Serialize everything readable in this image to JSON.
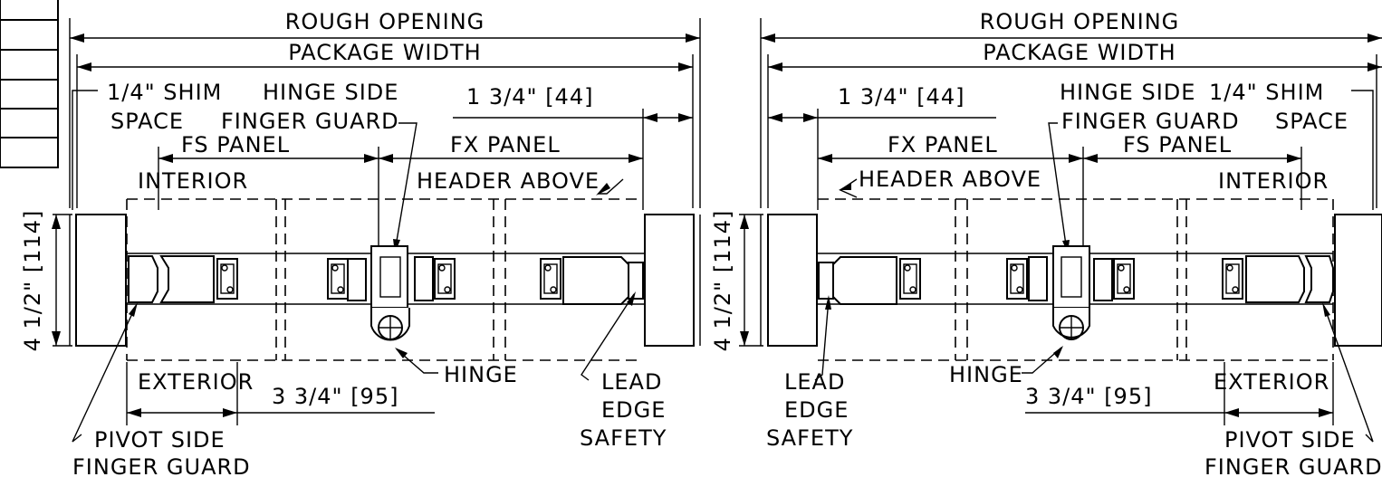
{
  "left_view": {
    "rough_opening": "ROUGH OPENING",
    "package_width": "PACKAGE WIDTH",
    "shim_line1": "1/4\" SHIM",
    "shim_line2": "SPACE",
    "hinge_guard_line1": "HINGE SIDE",
    "hinge_guard_line2": "FINGER GUARD",
    "dim_top": "1 3/4\" [44]",
    "fs_panel": "FS PANEL",
    "fx_panel": "FX PANEL",
    "interior": "INTERIOR",
    "header_above": "HEADER ABOVE",
    "depth": "4 1/2\" [114]",
    "exterior": "EXTERIOR",
    "dim_bottom": "3 3/4\" [95]",
    "hinge": "HINGE",
    "lead_line1": "LEAD",
    "lead_line2": "EDGE",
    "lead_line3": "SAFETY",
    "pivot_line1": "PIVOT SIDE",
    "pivot_line2": "FINGER GUARD"
  },
  "right_view": {
    "rough_opening": "ROUGH OPENING",
    "package_width": "PACKAGE WIDTH",
    "dim_top": "1 3/4\" [44]",
    "hinge_guard_line1": "HINGE SIDE",
    "hinge_guard_line2": "FINGER GUARD",
    "shim_line1": "1/4\" SHIM",
    "shim_line2": "SPACE",
    "fx_panel": "FX PANEL",
    "fs_panel": "FS PANEL",
    "header_above": "HEADER ABOVE",
    "interior": "INTERIOR",
    "depth": "4 1/2\" [114]",
    "lead_line1": "LEAD",
    "lead_line2": "EDGE",
    "lead_line3": "SAFETY",
    "hinge": "HINGE",
    "dim_bottom": "3 3/4\" [95]",
    "exterior": "EXTERIOR",
    "pivot_line1": "PIVOT SIDE",
    "pivot_line2": "FINGER GUARD"
  }
}
